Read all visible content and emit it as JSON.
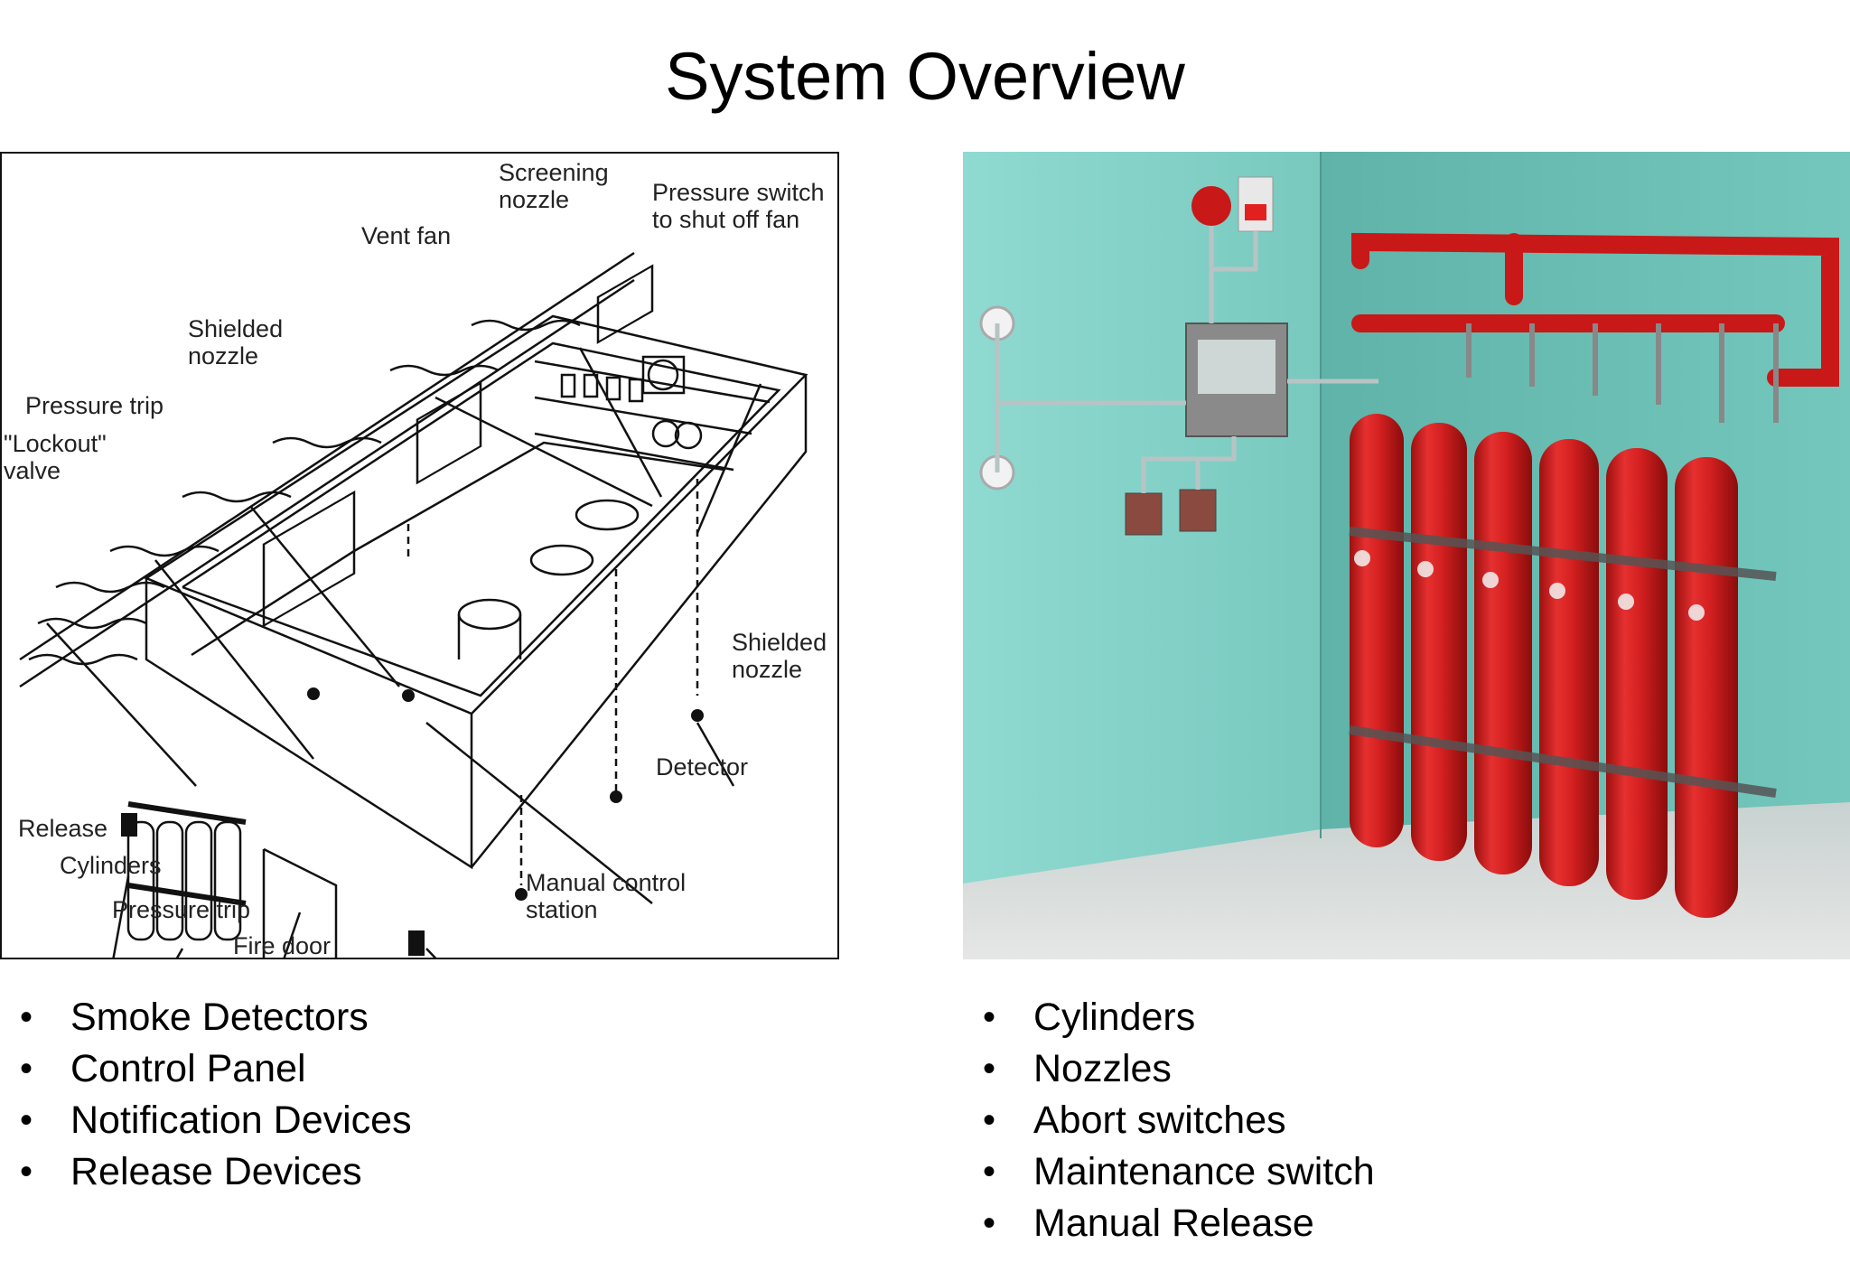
{
  "slide": {
    "title": "System Overview"
  },
  "diagram": {
    "labels": {
      "screening_nozzle_1": "Screening",
      "screening_nozzle_2": "nozzle",
      "pressure_switch_1": "Pressure switch",
      "pressure_switch_2": "to shut off fan",
      "vent_fan": "Vent fan",
      "shielded_nozzle_top_1": "Shielded",
      "shielded_nozzle_top_2": "nozzle",
      "pressure_trip_top": "Pressure trip",
      "lockout_valve_1": "\"Lockout\"",
      "lockout_valve_2": "valve",
      "shielded_nozzle_right_1": "Shielded",
      "shielded_nozzle_right_2": "nozzle",
      "detector": "Detector",
      "release": "Release",
      "cylinders": "Cylinders",
      "pressure_trip_bottom": "Pressure trip",
      "fire_door": "Fire door",
      "manual_control_1": "Manual control",
      "manual_control_2": "station"
    }
  },
  "left_list": [
    "Smoke Detectors",
    "Control Panel",
    "Notification Devices",
    "Release Devices"
  ],
  "right_list": [
    "Cylinders",
    "Nozzles",
    "Abort switches",
    "Maintenance switch",
    "Manual Release"
  ],
  "colors": {
    "wall": "#7fcfc6",
    "floor": "#dcdcdc",
    "cylinder": "#d42020",
    "pipe": "#d42020"
  }
}
